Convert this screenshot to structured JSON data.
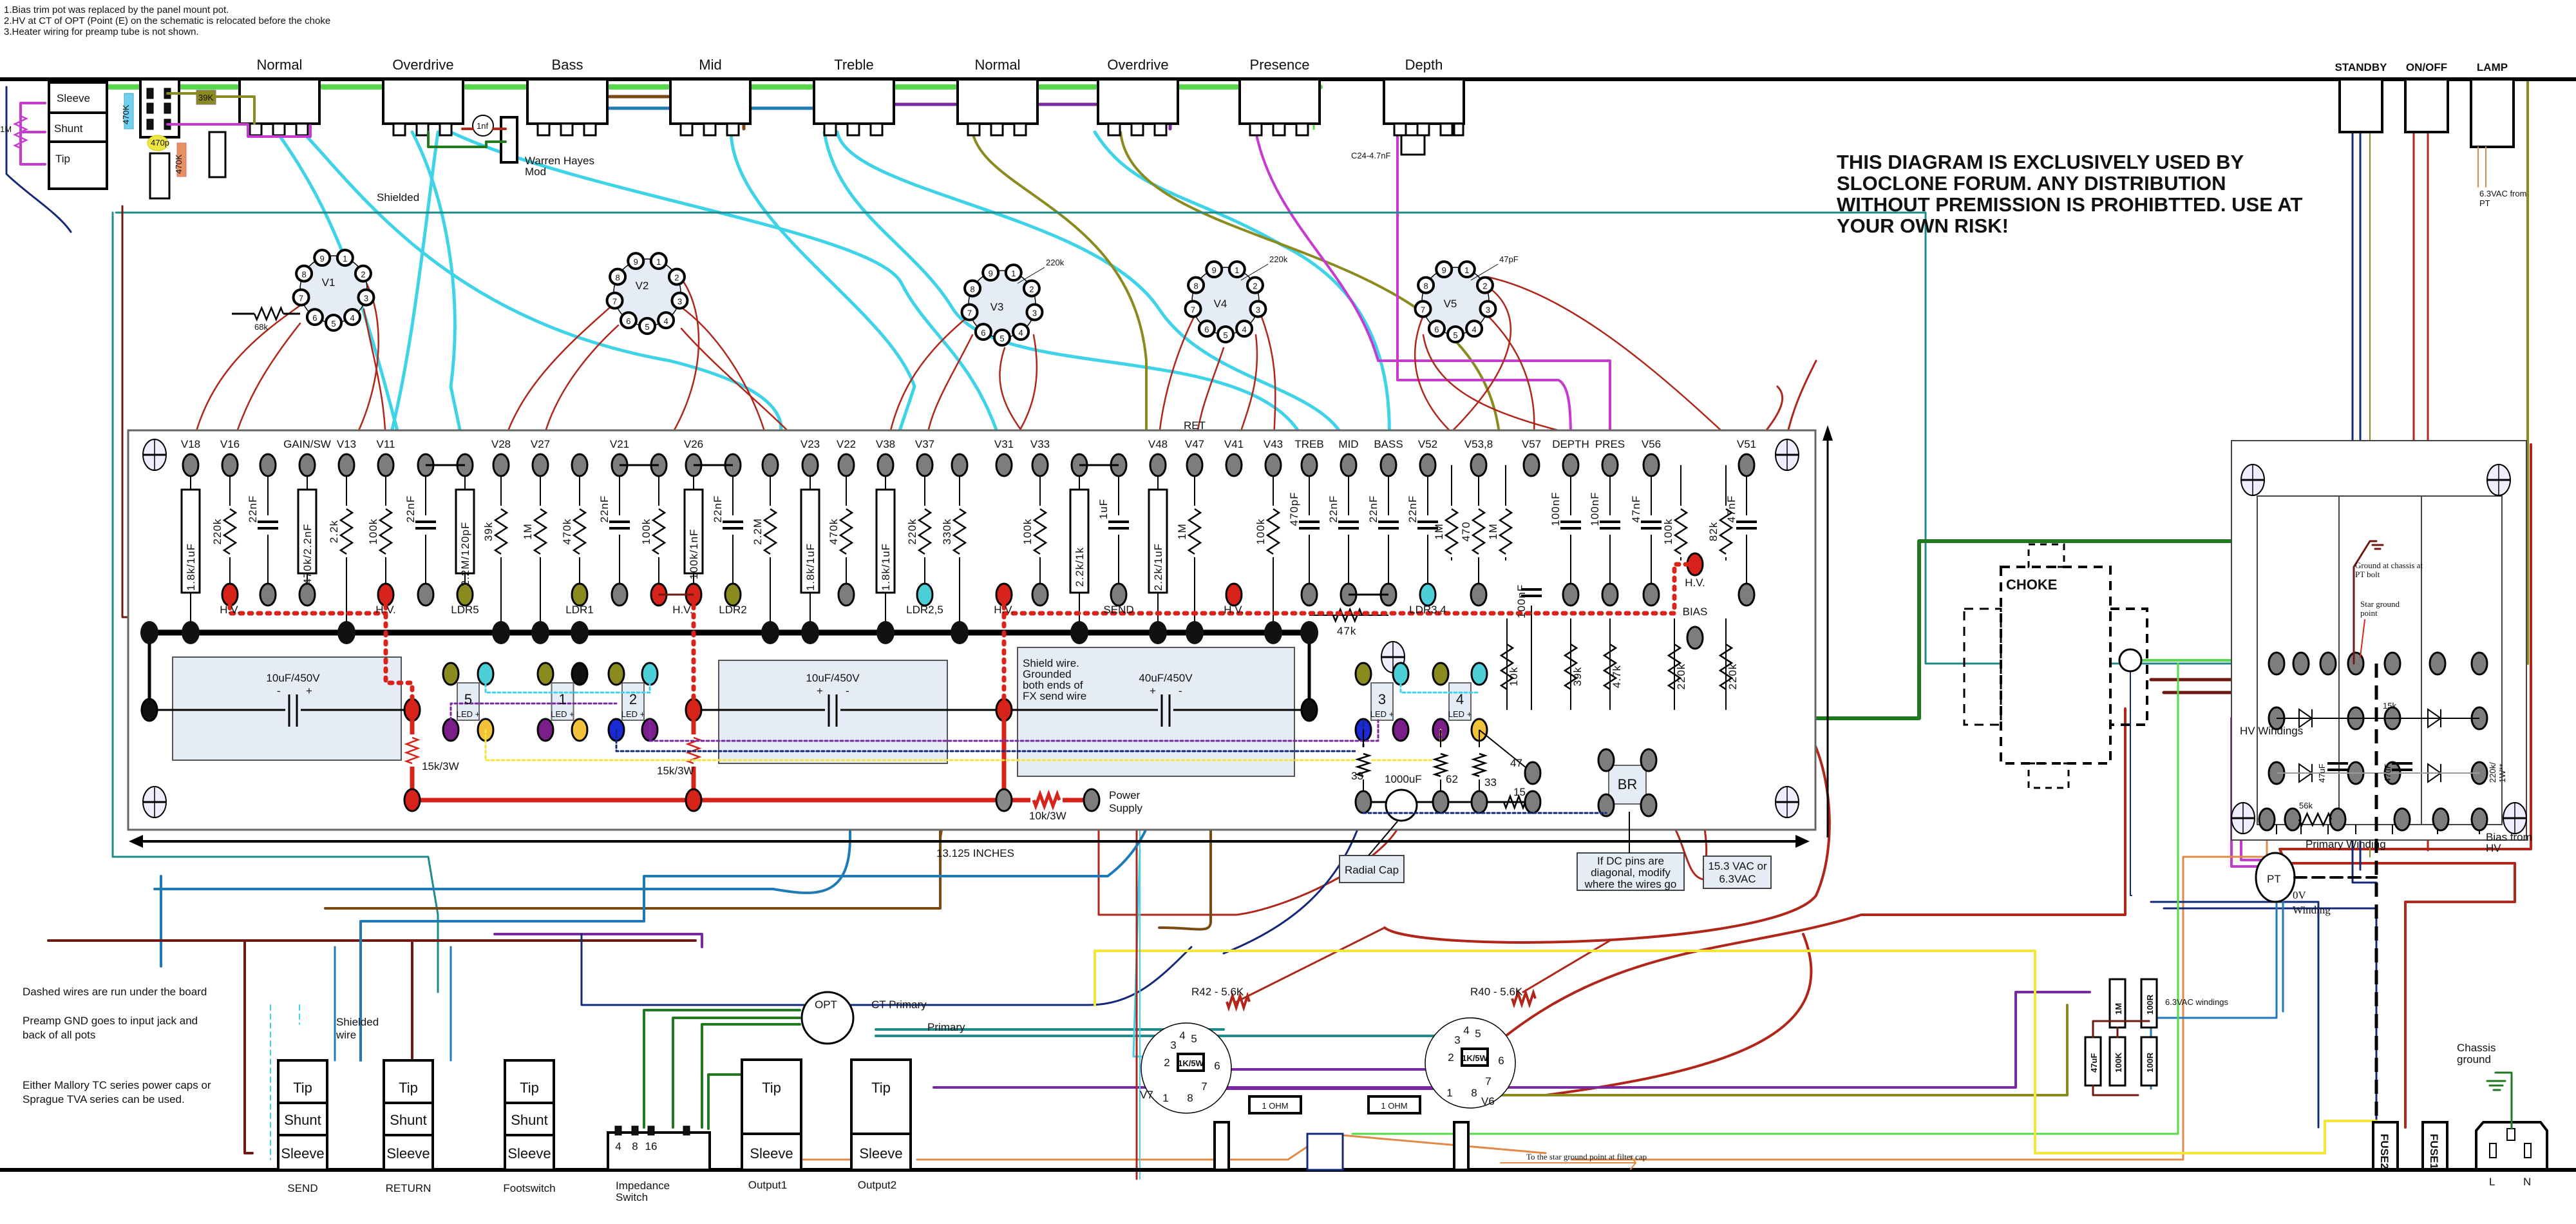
{
  "notes": [
    "1.Bias trim pot was replaced by the panel mount pot.",
    "2.HV at CT of OPT (Point (E) on the schematic is relocated before the choke",
    "3.Heater wiring for preamp tube is not shown."
  ],
  "warning": [
    "THIS DIAGRAM IS EXCLUSIVELY USED BY",
    "SLOCLONE FORUM. ANY DISTRIBUTION",
    "WITHOUT PREMISSION IS PROHIBTTED. USE AT",
    "YOUR OWN RISK!"
  ],
  "front_panel": {
    "pots": [
      "Normal",
      "Overdrive",
      "Bass",
      "Mid",
      "Treble",
      "Normal",
      "Overdrive",
      "Presence",
      "Depth"
    ],
    "switches": [
      "STANDBY",
      "ON/OFF",
      "LAMP"
    ],
    "lamp_note": [
      "6.3VAC from",
      "PT"
    ]
  },
  "input_jack": {
    "sleeve": "Sleeve",
    "shunt": "Shunt",
    "tip": "Tip",
    "r_1m": "1M",
    "r_39k": "39K",
    "r_470k_a": "470K",
    "c_470p": "470p",
    "r_470k_b": "470K"
  },
  "mods": {
    "cap_1nf": "1nf",
    "warren": [
      "Warren Hayes",
      "Mod"
    ],
    "shielded": "Shielded",
    "c24": "C24-4.7nF"
  },
  "preamp_tubes": {
    "names": [
      "V1",
      "V2",
      "V3",
      "V4",
      "V5"
    ],
    "pins": [
      "1",
      "2",
      "3",
      "4",
      "5",
      "6",
      "7",
      "8",
      "9"
    ],
    "v1_grid_resistor": "68k",
    "v3_part": "220k",
    "v4_part": "220k",
    "v5_part": "47pF"
  },
  "board": {
    "turret_labels": [
      "V18",
      "V16",
      "GAIN/SW",
      "V13",
      "V11",
      "V28",
      "V27",
      "V21",
      "V26",
      "V23",
      "V22",
      "V38",
      "V37",
      "V31",
      "V33",
      "V48",
      "RET",
      "V47",
      "V41",
      "V43",
      "TREB",
      "MID",
      "BASS",
      "V52",
      "V53,8",
      "V57",
      "DEPTH",
      "PRES",
      "V56",
      "V51"
    ],
    "components": [
      "1.8k/1uF",
      "220k",
      "22nF",
      "470k/2.2nF",
      "2.2k",
      "100k",
      "22nF",
      "2.2M/120pF",
      "39k",
      "1M",
      "470k",
      "22nF",
      "100k",
      "100k/1nF",
      "22nF",
      "2.2M",
      "1.8k/1uF",
      "470k",
      "1.8k/1uF",
      "220k",
      "330k",
      "100k",
      "2.2k/1k",
      "1uF",
      "2.2k/1uF",
      "1M",
      "100k",
      "470pF",
      "22nF",
      "22nF",
      "22nF",
      "1M",
      "470",
      "1M",
      "100nF",
      "100nF",
      "47nF",
      "100k",
      "82k",
      "47nF",
      "100nF",
      "47k",
      "10k",
      "39k",
      "4.7k",
      "220k",
      "220k"
    ],
    "lower_labels": [
      "H.V.",
      "H.V.",
      "LDR5",
      "LDR1",
      "H.V.",
      "LDR2",
      "LDR2,5",
      "H.V.",
      "SEND",
      "H.V.",
      "LDR3,4",
      "H.V.",
      "BIAS"
    ],
    "filter_caps": [
      "10uF/450V",
      "10uF/450V",
      "40uF/450V"
    ],
    "cap_polarity": [
      "-",
      "+",
      "+",
      "-",
      "+",
      "-"
    ],
    "dropping_resistors": [
      "15k/3W",
      "15k/3W",
      "10k/3W"
    ],
    "power_supply": [
      "Power",
      "Supply"
    ],
    "shield_note": [
      "Shield wire.",
      "Grounded",
      "both ends of",
      "FX send wire"
    ],
    "led_modules": [
      "5",
      "1",
      "2",
      "3",
      "4"
    ],
    "led_plus": "LED +",
    "dimension": "13.125 INCHES",
    "led_supply": {
      "r1": "33",
      "cap": "1000uF",
      "r2": "62",
      "r3": "33",
      "r4": "47",
      "r5": "15",
      "bridge": "BR"
    },
    "radial_cap": "Radial Cap",
    "dc_pins_note": [
      "If DC pins are",
      "diagonal, modify",
      "where the wires go"
    ],
    "vac_note": [
      "15.3 VAC or",
      "6.3VAC"
    ]
  },
  "power_section": {
    "choke": "CHOKE",
    "ground_note": [
      "Ground at chassis at",
      "PT bolt"
    ],
    "star_ground": [
      "Star ground",
      "point"
    ],
    "hv_windings": "HV Windings",
    "bias_parts": [
      "15k",
      "47uF",
      "47uF",
      "56k",
      "220k/",
      "1W**"
    ],
    "bias_from_hv": [
      "Bias from",
      "HV"
    ],
    "primary_winding": "Primary Winding",
    "pt": "PT",
    "zero_v": [
      "0V",
      "Winding"
    ],
    "heater_windings": "6.3VAC windings",
    "heater_network": [
      "1M",
      "100R",
      "47uF",
      "100K",
      "100R"
    ],
    "chassis_ground": [
      "Chassis",
      "ground"
    ],
    "fuses": [
      "FUSE2",
      "FUSE1"
    ],
    "iec": [
      "L",
      "N"
    ]
  },
  "output_section": {
    "opt": "OPT",
    "ct_primary": "CT Primary",
    "primary": "Primary",
    "screen_resistors": [
      "R42 - 5.6K",
      "R40 - 5.6K"
    ],
    "grid_resistors": [
      "1K/5W",
      "1K/5W"
    ],
    "tubes": [
      "V7",
      "V6"
    ],
    "octal_pins": [
      "1",
      "2",
      "3",
      "4",
      "5",
      "6",
      "7",
      "8"
    ],
    "cathode_resistors": [
      "1   OHM",
      "1   OHM"
    ],
    "star_note": "To the star ground point at filter cap"
  },
  "bottom_panel": {
    "notes": [
      "Dashed wires are run under the board",
      "Preamp GND goes to input jack and",
      "back of all pots",
      "Either Mallory TC series power caps or",
      "Sprague TVA series can be used."
    ],
    "shielded_wire": [
      "Shielded",
      "wire"
    ],
    "jacks": [
      {
        "label": "SEND",
        "tip": "Tip",
        "shunt": "Shunt",
        "sleeve": "Sleeve"
      },
      {
        "label": "RETURN",
        "tip": "Tip",
        "shunt": "Shunt",
        "sleeve": "Sleeve"
      },
      {
        "label": "Footswitch",
        "tip": "Tip",
        "shunt": "Shunt",
        "sleeve": "Sleeve"
      }
    ],
    "impedance_switch": {
      "label": [
        "Impedance",
        "Switch"
      ],
      "taps": [
        "4",
        "8",
        "16"
      ]
    },
    "outputs": [
      {
        "label": "Output1",
        "tip": "Tip",
        "sleeve": "Sleeve"
      },
      {
        "label": "Output2",
        "tip": "Tip",
        "sleeve": "Sleeve"
      }
    ]
  },
  "colors": {
    "ground_bus": "#55d84a",
    "hv": "#d8231b",
    "heater_signal": "#b0261a",
    "shielded": "#3fd3e8",
    "olive": "#8a8a1e",
    "magenta": "#c63ad0",
    "purple": "#7a2aa0",
    "teal": "#1f8a8a",
    "blue": "#1f7ab8",
    "navy": "#14287a",
    "brown": "#7a4a14",
    "maroon": "#6e1a10",
    "yellow": "#f2e63a",
    "orange": "#e08a4a",
    "green": "#1f7a1f",
    "board_fill": "#e6ecf6",
    "turret": "#7d7d7d"
  }
}
